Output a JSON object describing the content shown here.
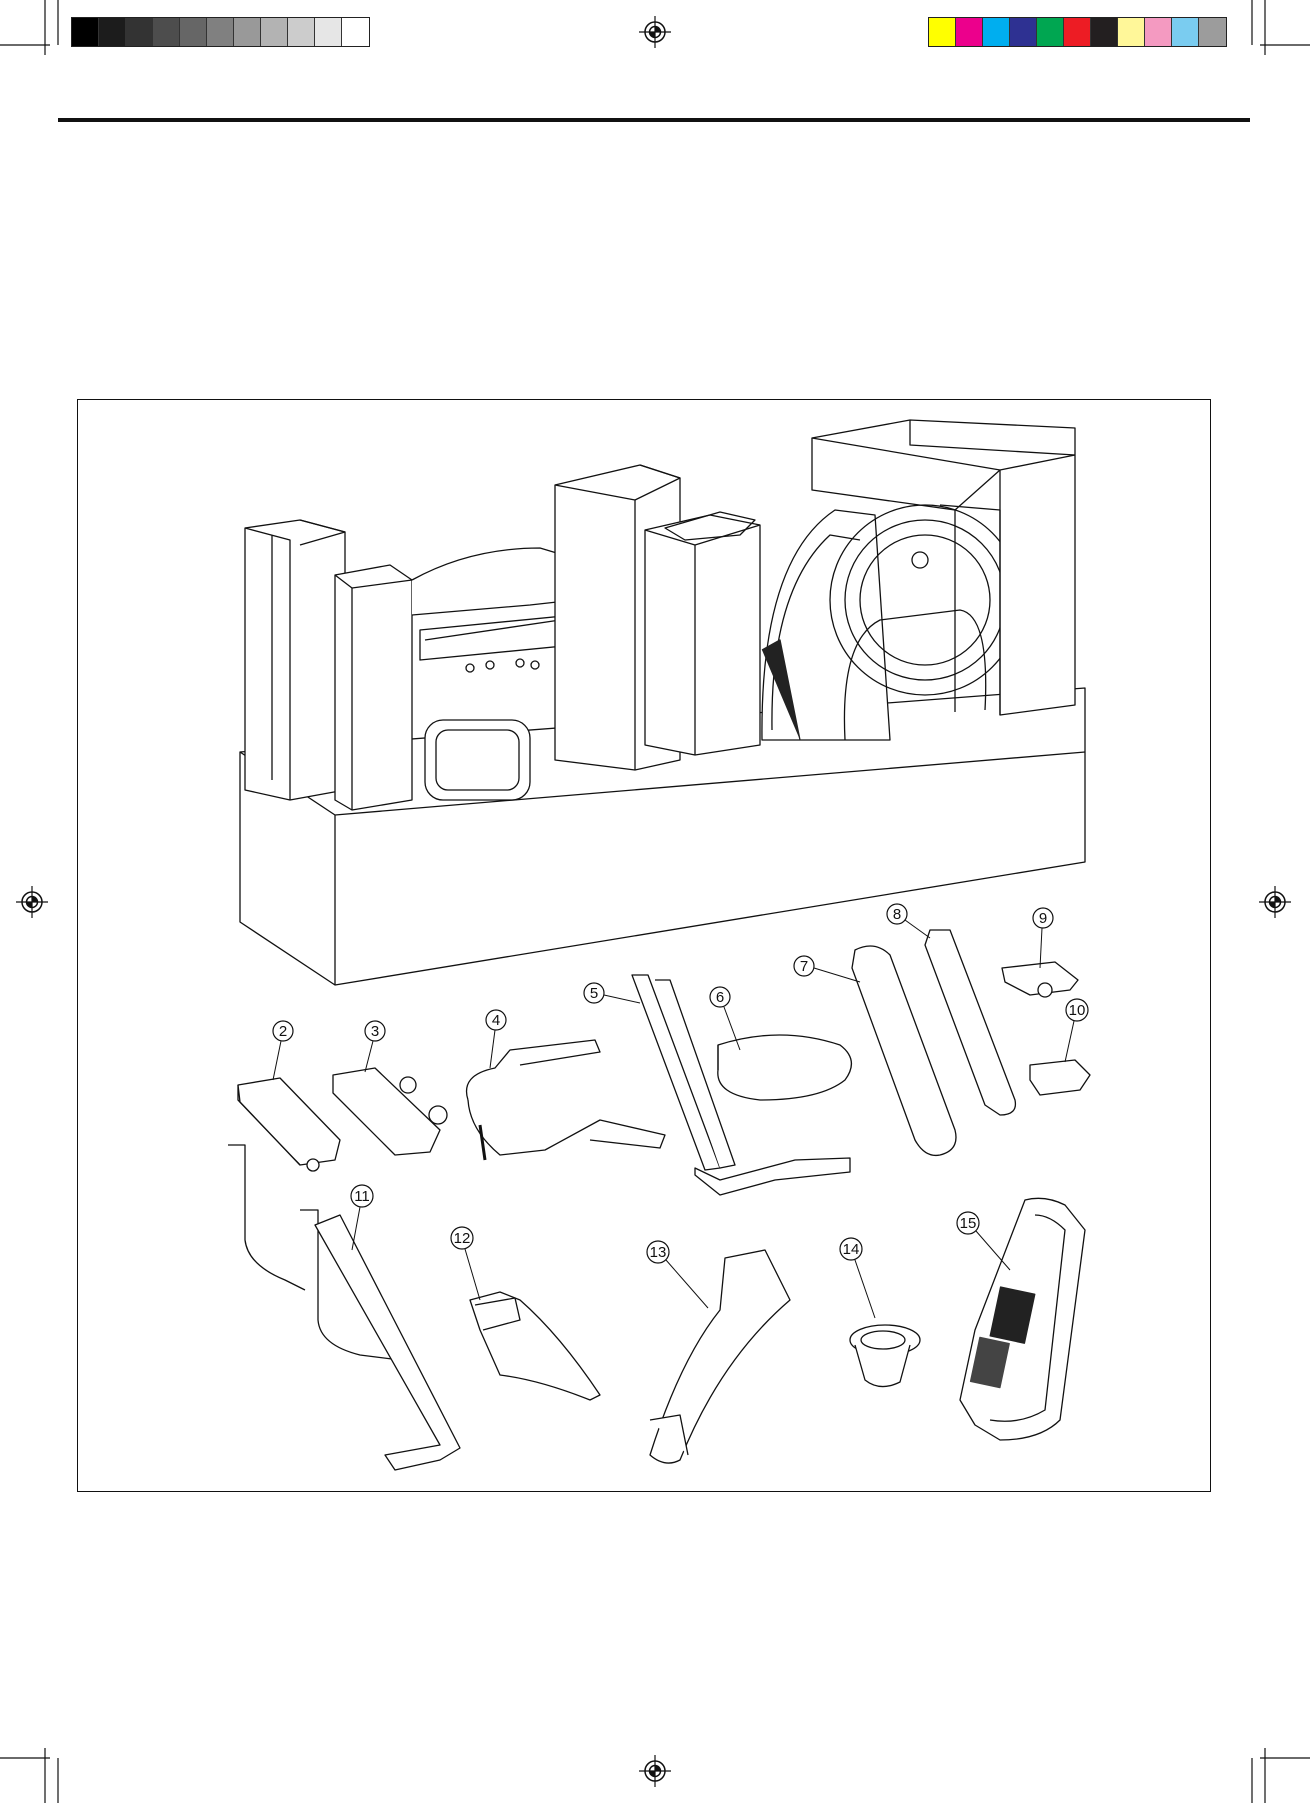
{
  "color_bars": {
    "gray": [
      "#000000",
      "#1c1c1c",
      "#333333",
      "#4d4d4d",
      "#666666",
      "#808080",
      "#999999",
      "#b3b3b3",
      "#cccccc",
      "#e6e6e6",
      "#ffffff"
    ],
    "color": [
      "#ffff00",
      "#ec008c",
      "#00aeef",
      "#2e3192",
      "#00a651",
      "#ed1c24",
      "#231f20",
      "#fff799",
      "#f49ac1",
      "#7accf0",
      "#9c9c9c"
    ]
  },
  "callouts": [
    "2",
    "3",
    "4",
    "5",
    "6",
    "7",
    "8",
    "9",
    "10",
    "11",
    "12",
    "13",
    "14",
    "15"
  ],
  "icons": {
    "registration_mark": "registration-crosshair-icon",
    "crop_mark": "crop-mark-icon"
  }
}
